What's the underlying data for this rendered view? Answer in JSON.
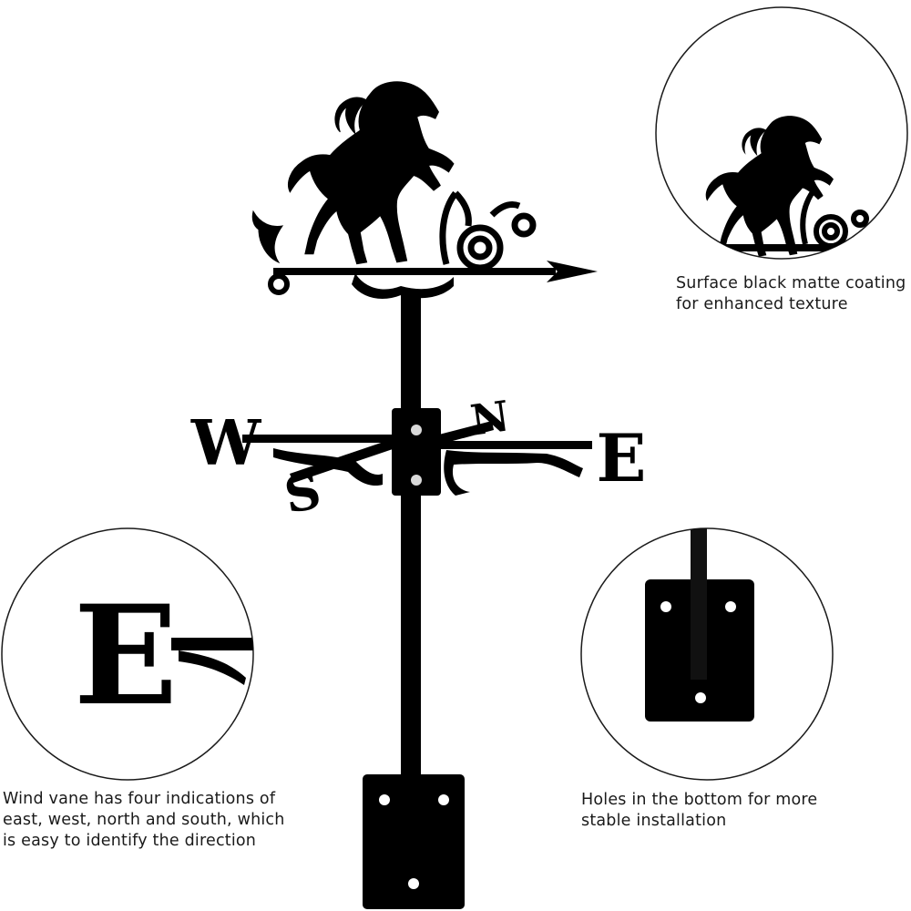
{
  "product": {
    "compass_letters": {
      "west": "W",
      "east": "E",
      "north": "N",
      "south": "S"
    },
    "color": "#000000"
  },
  "details": {
    "coating": {
      "caption": "Surface black matte coating\n for enhanced texture"
    },
    "direction": {
      "caption": "Wind vane has four indications of\neast, west, north and south, which\nis easy to identify the direction",
      "letter": "E"
    },
    "holes": {
      "caption": "Holes in the bottom for more\n stable installation"
    }
  }
}
